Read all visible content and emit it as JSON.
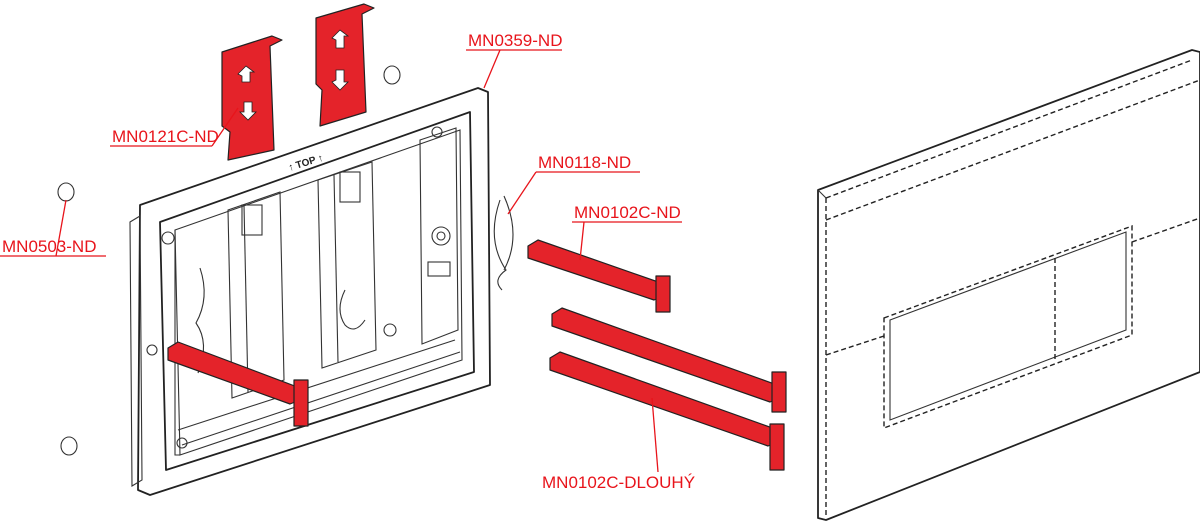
{
  "colors": {
    "accent": "#e8141b",
    "part_fill": "#e4232a",
    "outline": "#222222",
    "background": "#ffffff"
  },
  "labels": {
    "mn0359": "MN0359-ND",
    "mn0121c": "MN0121C-ND",
    "mn0118": "MN0118-ND",
    "mn0102c": "MN0102C-ND",
    "mn0503": "MN0503-ND",
    "mn0102c_long": "MN0102C-DLOUHÝ"
  },
  "frame_text": {
    "top_mark": "↑ TOP ↑"
  }
}
